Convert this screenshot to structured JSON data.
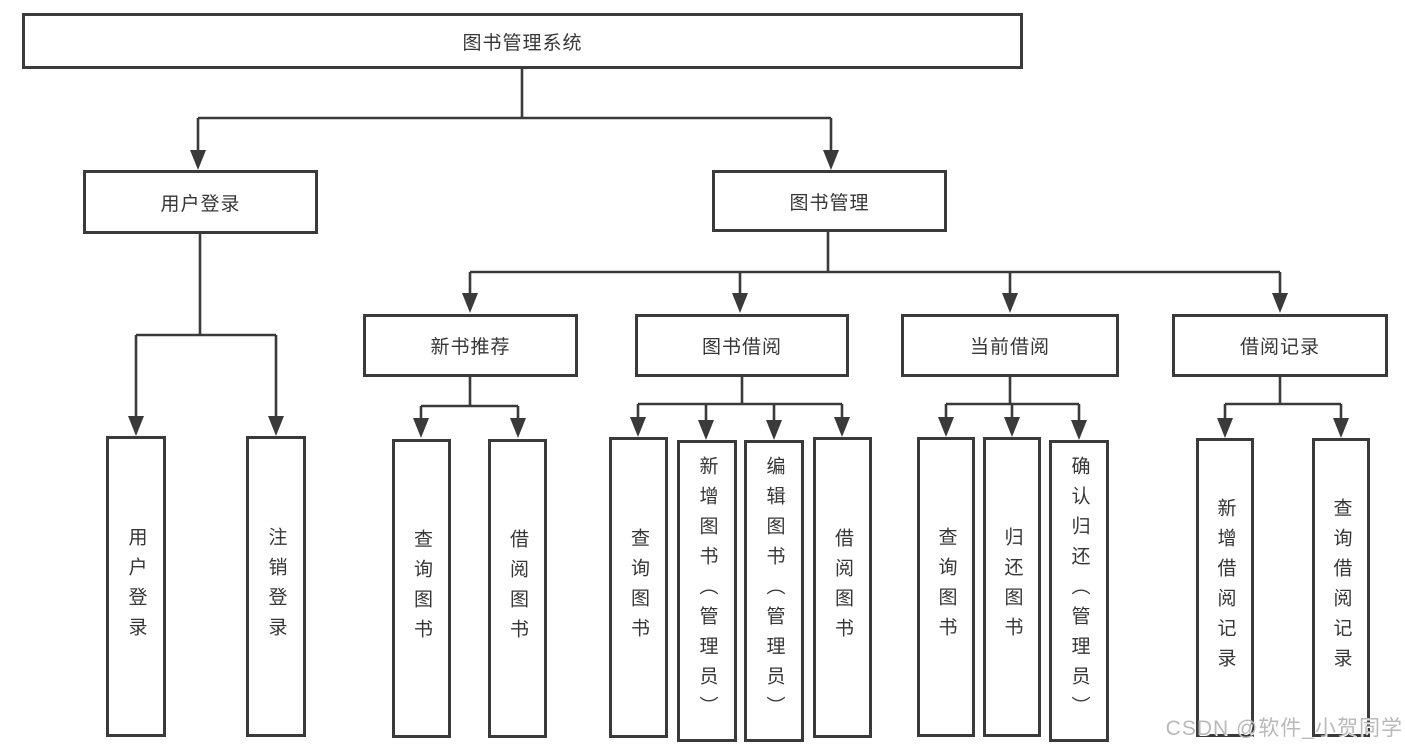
{
  "diagram": {
    "root": {
      "label": "图书管理系统"
    },
    "branches": [
      {
        "label": "用户登录",
        "leaves": [
          {
            "label": "用户登录"
          },
          {
            "label": "注销登录"
          }
        ]
      },
      {
        "label": "图书管理",
        "groups": [
          {
            "label": "新书推荐",
            "leaves": [
              {
                "label": "查询图书"
              },
              {
                "label": "借阅图书"
              }
            ]
          },
          {
            "label": "图书借阅",
            "leaves": [
              {
                "label": "查询图书"
              },
              {
                "label": "新增图书（管理员）"
              },
              {
                "label": "编辑图书（管理员）"
              },
              {
                "label": "借阅图书"
              }
            ]
          },
          {
            "label": "当前借阅",
            "leaves": [
              {
                "label": "查询图书"
              },
              {
                "label": "归还图书"
              },
              {
                "label": "确认归还（管理员）"
              }
            ]
          },
          {
            "label": "借阅记录",
            "leaves": [
              {
                "label": "新增借阅记录"
              },
              {
                "label": "查询借阅记录"
              }
            ]
          }
        ]
      }
    ]
  },
  "watermark": {
    "text": "CSDN @软件_小贺同学"
  },
  "colors": {
    "background": "#ffffff",
    "line": "#3a3a3a",
    "box_border": "#3a3a3a",
    "text": "#363636",
    "watermark": "#b9b9b9"
  }
}
